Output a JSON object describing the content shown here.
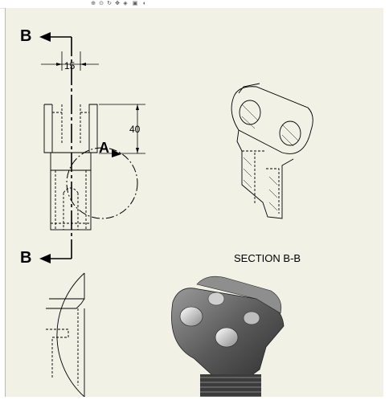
{
  "toolbar": {
    "icons": [
      "zoom-to-fit-icon",
      "zoom-area-icon",
      "rotate-icon",
      "pan-icon",
      "view-orientation-icon",
      "display-style-icon",
      "hide-show-icon"
    ]
  },
  "drawing": {
    "section_letter_top": "B",
    "section_letter_bottom": "B",
    "detail_letter": "A",
    "dim_width": "15",
    "dim_height": "40",
    "section_caption": "SECTION B-B"
  },
  "colors": {
    "sheet": "#f2f1e6",
    "line": "#000000",
    "part_dark": "#4a4a4a"
  }
}
